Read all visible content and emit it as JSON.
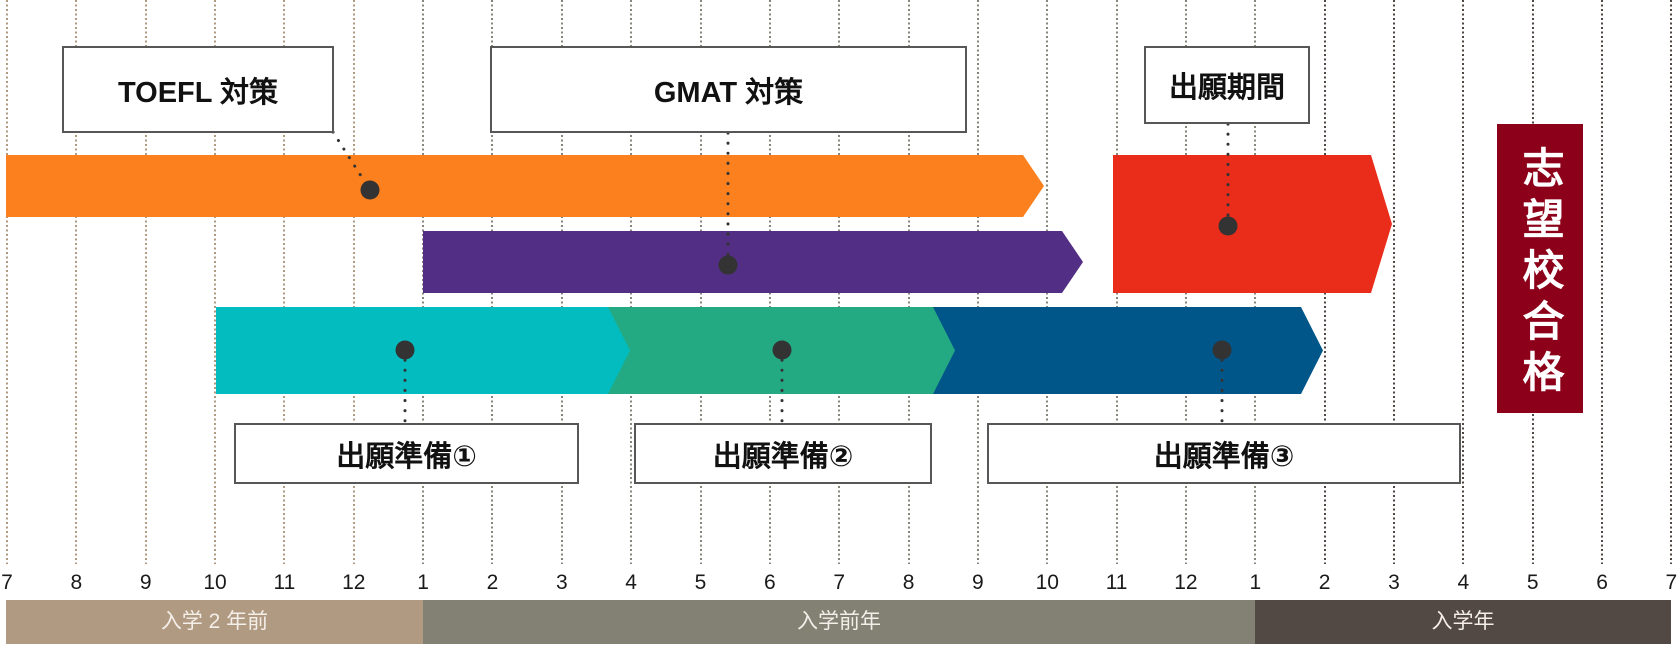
{
  "timeline": {
    "months": [
      "7",
      "8",
      "9",
      "10",
      "11",
      "12",
      "1",
      "2",
      "3",
      "4",
      "5",
      "6",
      "7",
      "8",
      "9",
      "10",
      "11",
      "12",
      "1",
      "2",
      "3",
      "4",
      "5",
      "6",
      "7"
    ],
    "periods": [
      {
        "label": "入学 2 年前",
        "color": "#b19a82",
        "start_tick": 0,
        "end_tick": 6
      },
      {
        "label": "入学前年",
        "color": "#838074",
        "start_tick": 6,
        "end_tick": 18
      },
      {
        "label": "入学年",
        "color": "#534944",
        "start_tick": 18,
        "end_tick": 24
      }
    ]
  },
  "tasks": {
    "toefl": {
      "label": "TOEFL 対策",
      "color": "#fd801f",
      "start_tick": 0,
      "end_tick": 15
    },
    "gmat": {
      "label": "GMAT 対策",
      "color": "#522f84",
      "start_tick": 6,
      "end_tick": 15.5
    },
    "application_period": {
      "label": "出願期間",
      "color": "#ea2d1a",
      "start_tick": 16,
      "end_tick": 20
    },
    "prep1": {
      "label": "出願準備①",
      "color": "#02bcbf",
      "start_tick": 3,
      "end_tick": 9
    },
    "prep2": {
      "label": "出願準備②",
      "color": "#24aa83",
      "start_tick": 9,
      "end_tick": 13.7
    },
    "prep3": {
      "label": "出願準備③",
      "color": "#005589",
      "start_tick": 13.7,
      "end_tick": 19
    }
  },
  "goal": {
    "label": "志望校合格",
    "color": "#8c0019"
  },
  "marker_color": "#333333"
}
